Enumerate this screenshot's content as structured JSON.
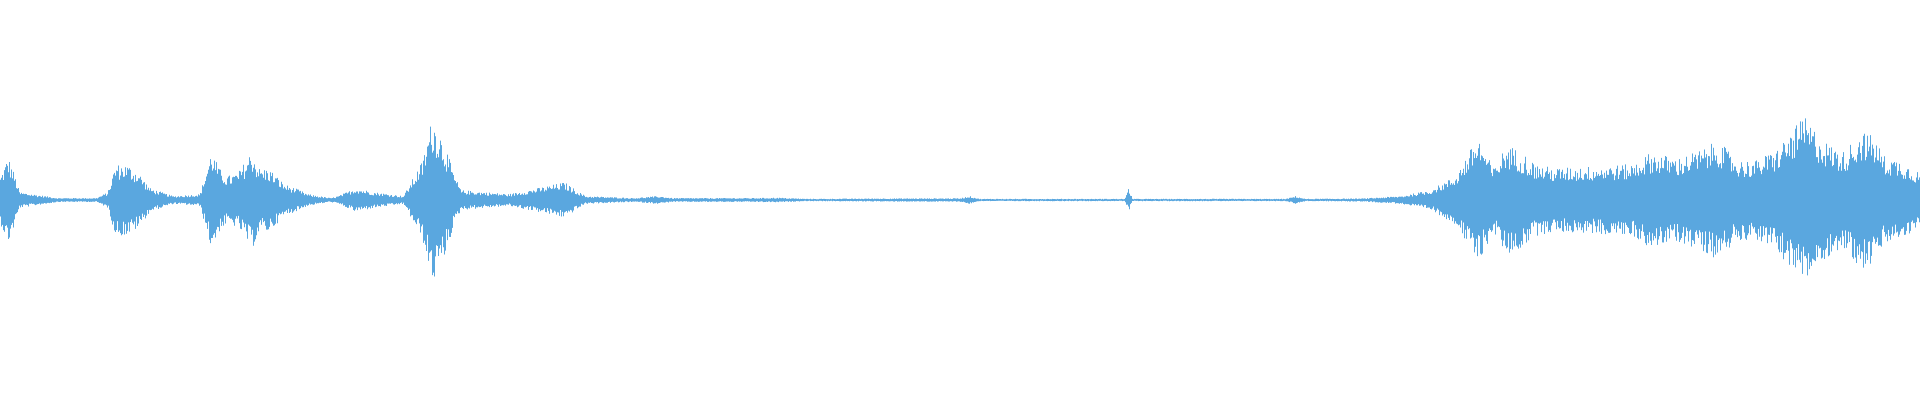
{
  "waveform": {
    "color": "#5aa7df",
    "background": "#ffffff",
    "envelope": [
      [
        0.0,
        0.12
      ],
      [
        0.004,
        0.22
      ],
      [
        0.007,
        0.14
      ],
      [
        0.01,
        0.04
      ],
      [
        0.03,
        0.01
      ],
      [
        0.05,
        0.01
      ],
      [
        0.056,
        0.04
      ],
      [
        0.06,
        0.18
      ],
      [
        0.066,
        0.18
      ],
      [
        0.072,
        0.14
      ],
      [
        0.078,
        0.06
      ],
      [
        0.09,
        0.02
      ],
      [
        0.104,
        0.03
      ],
      [
        0.11,
        0.25
      ],
      [
        0.114,
        0.16
      ],
      [
        0.118,
        0.12
      ],
      [
        0.124,
        0.14
      ],
      [
        0.131,
        0.25
      ],
      [
        0.135,
        0.16
      ],
      [
        0.14,
        0.16
      ],
      [
        0.148,
        0.08
      ],
      [
        0.156,
        0.05
      ],
      [
        0.16,
        0.03
      ],
      [
        0.172,
        0.01
      ],
      [
        0.176,
        0.02
      ],
      [
        0.185,
        0.06
      ],
      [
        0.195,
        0.04
      ],
      [
        0.21,
        0.02
      ],
      [
        0.22,
        0.2
      ],
      [
        0.225,
        0.42
      ],
      [
        0.231,
        0.3
      ],
      [
        0.236,
        0.14
      ],
      [
        0.24,
        0.05
      ],
      [
        0.265,
        0.03
      ],
      [
        0.28,
        0.06
      ],
      [
        0.294,
        0.09
      ],
      [
        0.3,
        0.05
      ],
      [
        0.305,
        0.02
      ],
      [
        0.33,
        0.01
      ],
      [
        0.343,
        0.02
      ],
      [
        0.35,
        0.01
      ],
      [
        0.39,
        0.01
      ],
      [
        0.405,
        0.012
      ],
      [
        0.42,
        0.006
      ],
      [
        0.46,
        0.008
      ],
      [
        0.5,
        0.009
      ],
      [
        0.505,
        0.02
      ],
      [
        0.51,
        0.006
      ],
      [
        0.56,
        0.006
      ],
      [
        0.586,
        0.006
      ],
      [
        0.588,
        0.06
      ],
      [
        0.59,
        0.006
      ],
      [
        0.67,
        0.006
      ],
      [
        0.675,
        0.02
      ],
      [
        0.68,
        0.006
      ],
      [
        0.71,
        0.008
      ],
      [
        0.73,
        0.02
      ],
      [
        0.745,
        0.05
      ],
      [
        0.758,
        0.12
      ],
      [
        0.77,
        0.32
      ],
      [
        0.778,
        0.16
      ],
      [
        0.785,
        0.28
      ],
      [
        0.793,
        0.24
      ],
      [
        0.8,
        0.18
      ],
      [
        0.81,
        0.16
      ],
      [
        0.83,
        0.17
      ],
      [
        0.85,
        0.18
      ],
      [
        0.86,
        0.24
      ],
      [
        0.874,
        0.21
      ],
      [
        0.888,
        0.26
      ],
      [
        0.895,
        0.3
      ],
      [
        0.905,
        0.2
      ],
      [
        0.915,
        0.2
      ],
      [
        0.925,
        0.25
      ],
      [
        0.94,
        0.42
      ],
      [
        0.95,
        0.3
      ],
      [
        0.96,
        0.24
      ],
      [
        0.97,
        0.35
      ],
      [
        0.976,
        0.32
      ],
      [
        0.982,
        0.22
      ],
      [
        0.99,
        0.2
      ],
      [
        1.0,
        0.14
      ]
    ]
  }
}
